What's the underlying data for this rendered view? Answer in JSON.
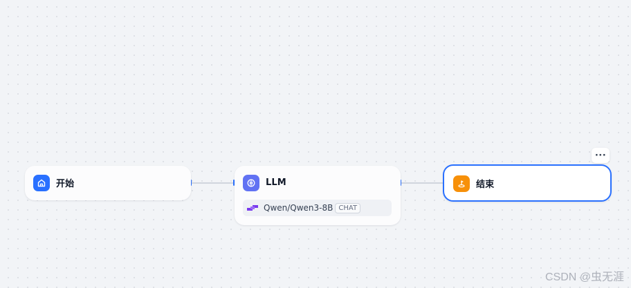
{
  "workflow": {
    "nodes": [
      {
        "title": "开始",
        "icon": "home-icon",
        "icon_color": "#2970ff"
      },
      {
        "title": "LLM",
        "icon": "llm-brain-icon",
        "icon_color": "#6172f3",
        "model": {
          "name": "Qwen/Qwen3-8B",
          "badge": "CHAT",
          "logo": "qwen-logo-icon"
        }
      },
      {
        "title": "结束",
        "icon": "end-flag-icon",
        "icon_color": "#f79009",
        "selected": true
      }
    ],
    "more_button": "···"
  },
  "colors": {
    "accent": "#2970ff",
    "edge": "#d0d5dd",
    "canvas_bg": "#f2f4f7"
  },
  "watermark": "CSDN @虫无涯"
}
